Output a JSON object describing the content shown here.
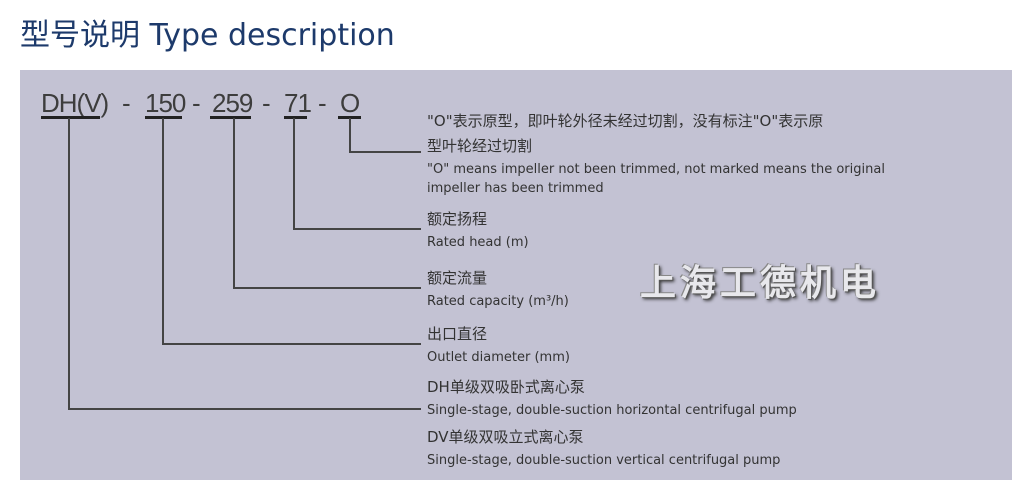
{
  "title": "型号说明 Type description",
  "code": {
    "model": "DH(V)",
    "d1": "-",
    "outlet": "150",
    "d2": "-",
    "capacity": "259",
    "d3": "-",
    "head": "71",
    "d4": "-",
    "impeller": "O"
  },
  "items": [
    {
      "cn1": "\"O\"表示原型，即叶轮外径未经过切割，没有标注\"O\"表示原",
      "cn2": "型叶轮经过切割",
      "en1": "\"O\" means impeller not been trimmed, not marked means the original",
      "en2": "impeller has been trimmed"
    },
    {
      "cn": "额定扬程",
      "en": "Rated head (m)"
    },
    {
      "cn": "额定流量",
      "en": "Rated capacity (m³/h)"
    },
    {
      "cn": "出口直径",
      "en": "Outlet diameter (mm)"
    },
    {
      "cn": "DH单级双吸卧式离心泵",
      "en": "Single-stage, double-suction horizontal centrifugal pump",
      "cn2": "DV单级双吸立式离心泵",
      "en2": "Single-stage, double-suction vertical centrifugal pump"
    }
  ],
  "watermark": "上海工德机电"
}
